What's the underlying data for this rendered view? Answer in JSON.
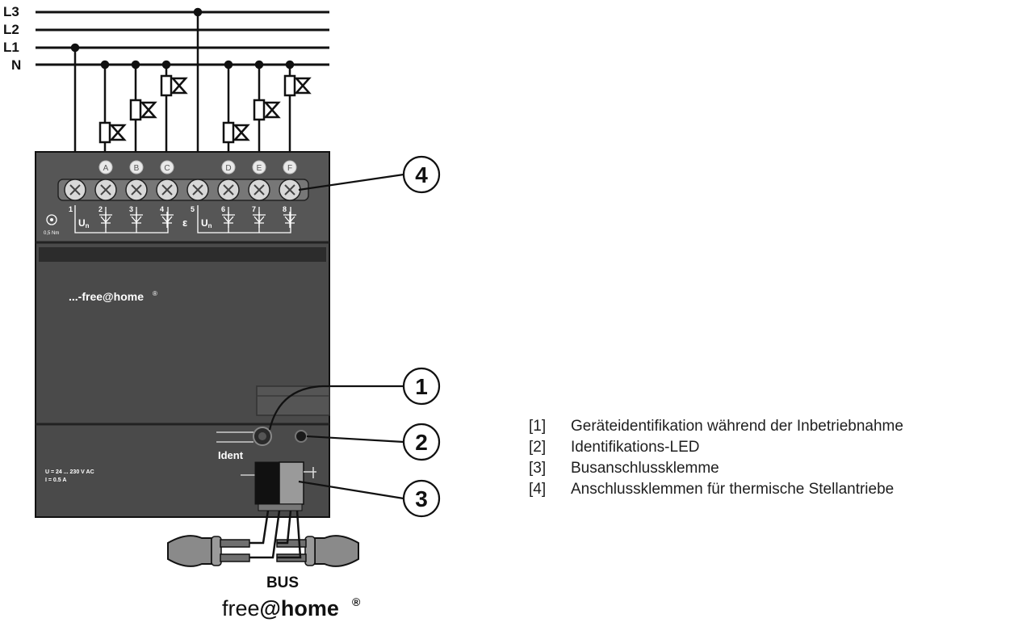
{
  "supply_lines": [
    "L3",
    "L2",
    "L1",
    "N"
  ],
  "terminals": {
    "channels": [
      "A",
      "B",
      "C",
      "D",
      "E",
      "F"
    ],
    "numbers": [
      "1",
      "2",
      "3",
      "4",
      "5",
      "6",
      "7",
      "8"
    ],
    "un": "U",
    "un_sub": "n",
    "torque": "0,5 Nm",
    "earth_symbol": "ε"
  },
  "device": {
    "brand": "...-free@home",
    "ident_label": "Ident",
    "rating_voltage": "U = 24 ... 230 V AC",
    "rating_current": "I = 0.5 A"
  },
  "callouts": [
    "1",
    "2",
    "3",
    "4"
  ],
  "bus": {
    "label": "BUS",
    "brand_plain": "free",
    "brand_bold": "@home",
    "reg": "®"
  },
  "legend": [
    {
      "num": "[1]",
      "text": "Geräteidentifikation während der Inbetriebnahme"
    },
    {
      "num": "[2]",
      "text": "Identifikations-LED"
    },
    {
      "num": "[3]",
      "text": "Busanschlussklemme"
    },
    {
      "num": "[4]",
      "text": "Anschlussklemmen für thermische Stellantriebe"
    }
  ]
}
